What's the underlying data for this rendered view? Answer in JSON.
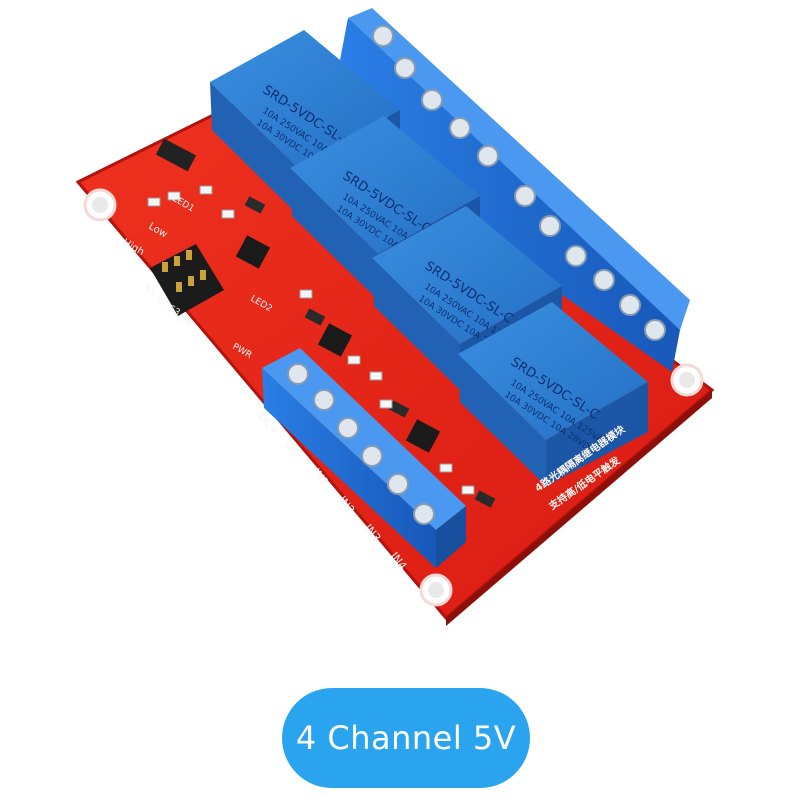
{
  "caption": {
    "label": "4 Channel 5V"
  },
  "colors": {
    "background": "#ffffff",
    "pill": "#2aa4ee",
    "pill_text": "#ffffff",
    "board": "#e8261b",
    "relay": "#2d7fd0",
    "terminal": "#1f6fd6"
  },
  "board": {
    "relay_markings": {
      "model": "SRD-5VDC-SL-C",
      "line1": "10A 250VAC  10A 125VAC",
      "line2": "10A 30VDC  10A 28VDC"
    },
    "input_labels": [
      "DC+",
      "DC-",
      "IN1",
      "IN2",
      "IN3",
      "IN4"
    ],
    "jumper_labels": [
      "High",
      "Low",
      "S1",
      "S2",
      "S3",
      "S4"
    ],
    "silkscreen": {
      "pwr": "PWR",
      "led1": "LED1",
      "led2": "LED2",
      "title_cn_line1": "4路光耦隔离继电器模块",
      "title_cn_line2": "支持高/低电平触发"
    }
  }
}
